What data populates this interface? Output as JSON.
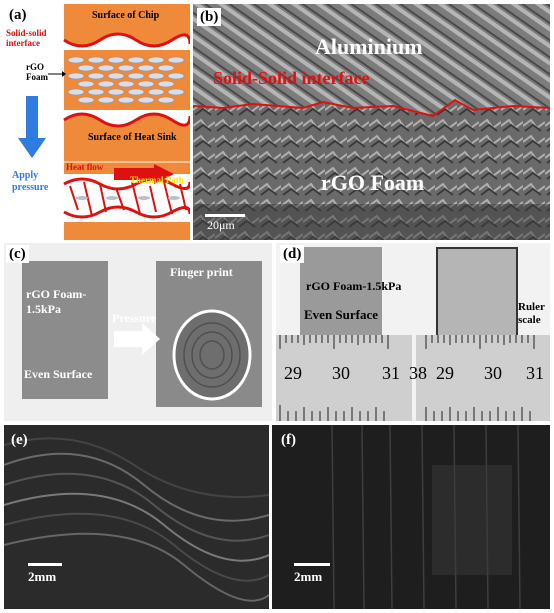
{
  "panel_a": {
    "label": "(a)",
    "surface_chip": "Surface of Chip",
    "solid_solid_interface": "Solid-solid\ninterface",
    "rgo_foam": "rGO\nFoam",
    "surface_heat_sink": "Surface of Heat Sink",
    "apply_pressure": "Apply\npressure",
    "heat_flow": "Heat flow",
    "thermal_path": "Thermal Path",
    "colors": {
      "orange": "#ee8a3a",
      "red": "#e01010",
      "blue": "#2f7be0",
      "yellow": "#f5e600"
    }
  },
  "panel_b": {
    "label": "(b)",
    "aluminium": "Aluminium",
    "interface": "Solid-Solid interface",
    "rgo_foam": "rGO Foam",
    "scale": "20μm"
  },
  "panel_c": {
    "label": "(c)",
    "rgo_foam": "rGO Foam-\n1.5kPa",
    "even_surface": "Even Surface",
    "pressure": "Pressure",
    "finger_print": "Finger print"
  },
  "panel_d": {
    "label": "(d)",
    "rgo_foam": "rGO Foam-1.5kPa",
    "even_surface": "Even Surface",
    "ruler_scale": "Ruler\nscale",
    "ruler_left_numbers": [
      "29",
      "30",
      "31",
      "3"
    ],
    "ruler_right_numbers": [
      "8",
      "29",
      "30",
      "31"
    ]
  },
  "panel_e": {
    "label": "(e)",
    "scale": "2mm"
  },
  "panel_f": {
    "label": "(f)",
    "scale": "2mm"
  }
}
